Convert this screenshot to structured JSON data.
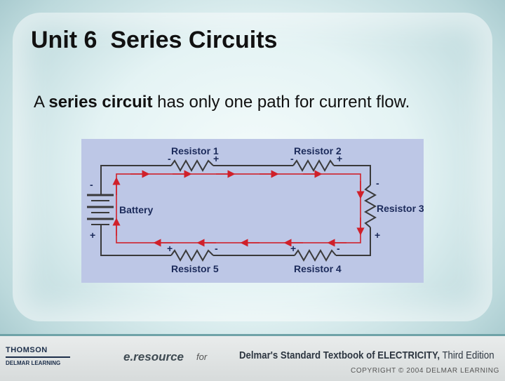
{
  "slide": {
    "title": "Unit 6  Series Circuits",
    "lead_bold": "series circuit",
    "lead_prefix": "A ",
    "lead_suffix": " has only one path for current flow."
  },
  "diagram": {
    "battery_label": "Battery",
    "resistors": [
      "Resistor 1",
      "Resistor 2",
      "Resistor 3",
      "Resistor 4",
      "Resistor 5"
    ],
    "polarity_plus": "+",
    "polarity_minus": "-",
    "wire_color": "#3a3a3a",
    "arrow_color": "#d0202a"
  },
  "footer": {
    "brand_top": "THOMSON",
    "brand_bottom": "DELMAR LEARNING",
    "eresource": "e.resource",
    "eresource_for": "for",
    "book_title": "Delmar's Standard Textbook of ELECTRICITY,",
    "book_edition": " Third Edition",
    "copyright": "COPYRIGHT © 2004 DELMAR LEARNING"
  }
}
